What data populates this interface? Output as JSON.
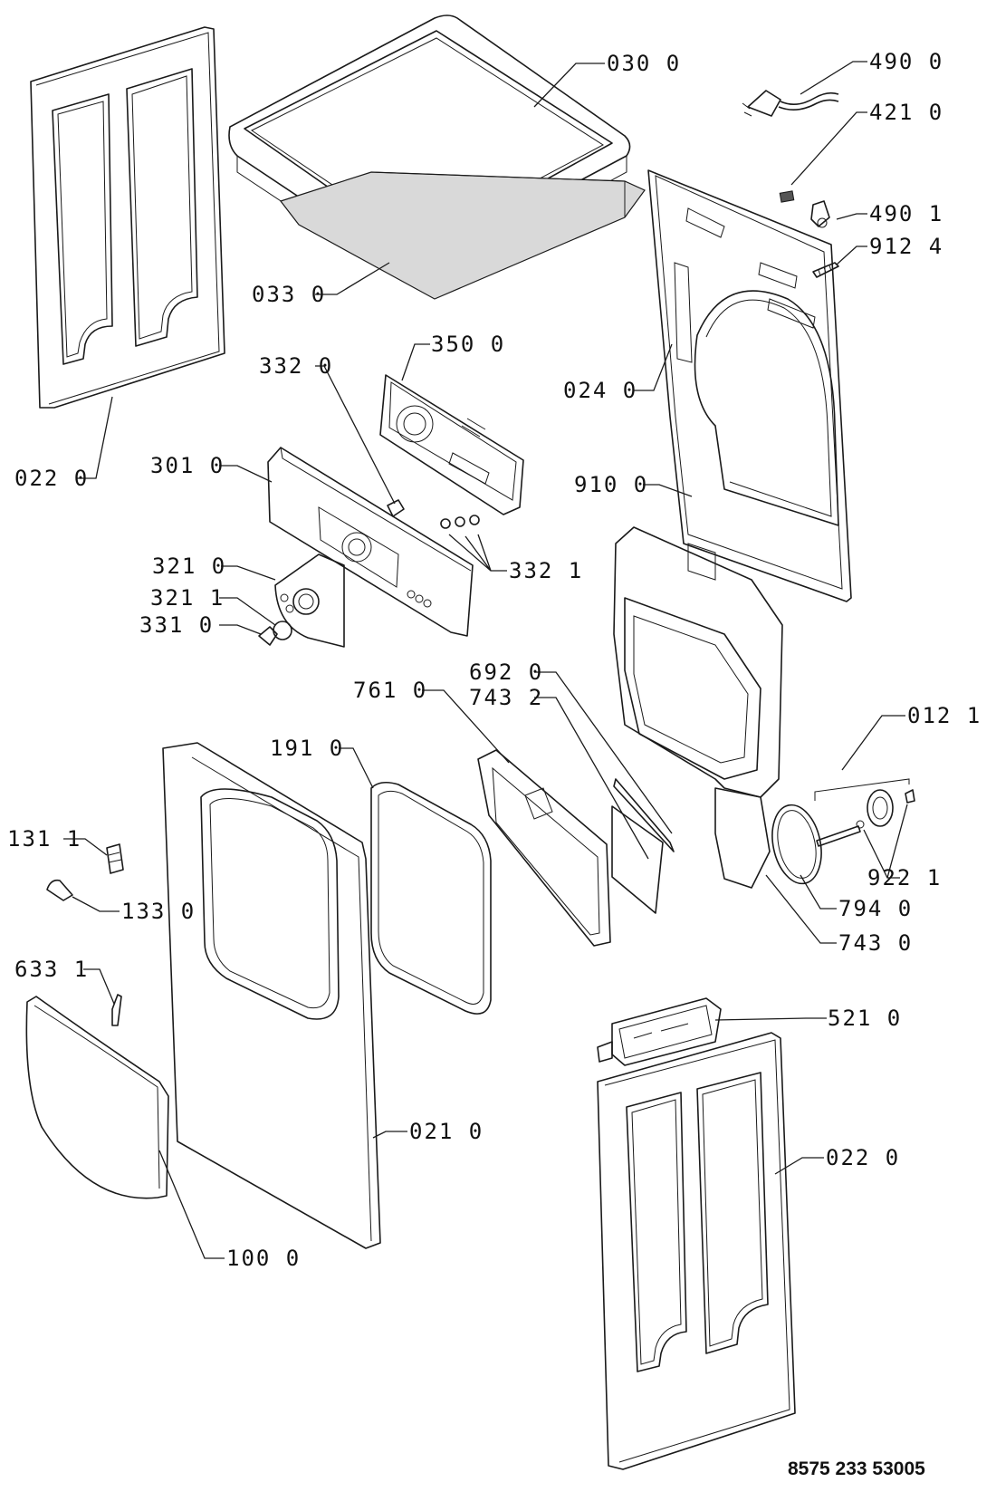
{
  "document_number": "8575 233 53005",
  "callouts": [
    {
      "id": "c-030-0",
      "text": "030 0"
    },
    {
      "id": "c-490-0",
      "text": "490 0"
    },
    {
      "id": "c-421-0",
      "text": "421 0"
    },
    {
      "id": "c-490-1",
      "text": "490 1"
    },
    {
      "id": "c-912-4",
      "text": "912 4"
    },
    {
      "id": "c-033-0",
      "text": "033 0"
    },
    {
      "id": "c-350-0",
      "text": "350 0"
    },
    {
      "id": "c-332-0",
      "text": "332 0"
    },
    {
      "id": "c-024-0",
      "text": "024 0"
    },
    {
      "id": "c-022-0-top",
      "text": "022 0"
    },
    {
      "id": "c-301-0",
      "text": "301 0"
    },
    {
      "id": "c-910-0",
      "text": "910 0"
    },
    {
      "id": "c-321-0",
      "text": "321 0"
    },
    {
      "id": "c-332-1",
      "text": "332 1"
    },
    {
      "id": "c-321-1",
      "text": "321 1"
    },
    {
      "id": "c-331-0",
      "text": "331 0"
    },
    {
      "id": "c-692-0",
      "text": "692 0"
    },
    {
      "id": "c-743-2",
      "text": "743 2"
    },
    {
      "id": "c-761-0",
      "text": "761 0"
    },
    {
      "id": "c-012-1",
      "text": "012 1"
    },
    {
      "id": "c-191-0",
      "text": "191 0"
    },
    {
      "id": "c-131-1",
      "text": "131 1"
    },
    {
      "id": "c-922-1",
      "text": "922 1"
    },
    {
      "id": "c-133-0",
      "text": "133 0"
    },
    {
      "id": "c-794-0",
      "text": "794 0"
    },
    {
      "id": "c-743-0",
      "text": "743 0"
    },
    {
      "id": "c-633-1",
      "text": "633 1"
    },
    {
      "id": "c-521-0",
      "text": "521 0"
    },
    {
      "id": "c-021-0",
      "text": "021 0"
    },
    {
      "id": "c-022-0-bottom",
      "text": "022 0"
    },
    {
      "id": "c-100-0",
      "text": "100 0"
    }
  ]
}
